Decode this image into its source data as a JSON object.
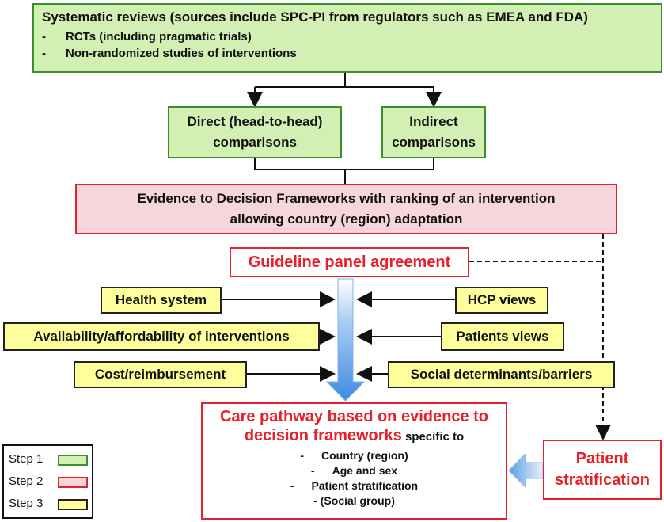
{
  "top": {
    "title": "Systematic reviews (sources include SPC-PI from regulators such as EMEA and FDA)",
    "items": [
      "RCTs (including pragmatic trials)",
      "Non-randomized studies of interventions"
    ]
  },
  "comparisons": {
    "direct": [
      "Direct (head-to-head)",
      "comparisons"
    ],
    "indirect": [
      "Indirect",
      "comparisons"
    ]
  },
  "frameworks": [
    "Evidence to Decision Frameworks with ranking of an intervention",
    "allowing country (region) adaptation"
  ],
  "panel": "Guideline panel agreement",
  "factors": {
    "health_system": "Health system",
    "availability": "Availability/affordability of interventions",
    "cost": "Cost/reimbursement",
    "hcp_views": "HCP views",
    "patients_views": "Patients views",
    "social": "Social determinants/barriers"
  },
  "care": {
    "title_line1": "Care pathway based on evidence to",
    "title_line2": "decision frameworks",
    "specific": " specific to",
    "items": [
      "Country (region)",
      "Age and sex",
      "Patient stratification",
      "(Social group)"
    ]
  },
  "stratification": [
    "Patient",
    "stratification"
  ],
  "legend": [
    {
      "label": "Step 1",
      "color": "#d2f0b4",
      "border": "#3a8f2a"
    },
    {
      "label": "Step 2",
      "color": "#f7d5dc",
      "border": "#e8202a"
    },
    {
      "label": "Step 3",
      "color": "#fefe9c",
      "border": "#222222"
    }
  ],
  "colors": {
    "accent_red": "#e8202a",
    "green_border": "#3a8f2a",
    "arrow_blue": "#6fa8e8"
  }
}
